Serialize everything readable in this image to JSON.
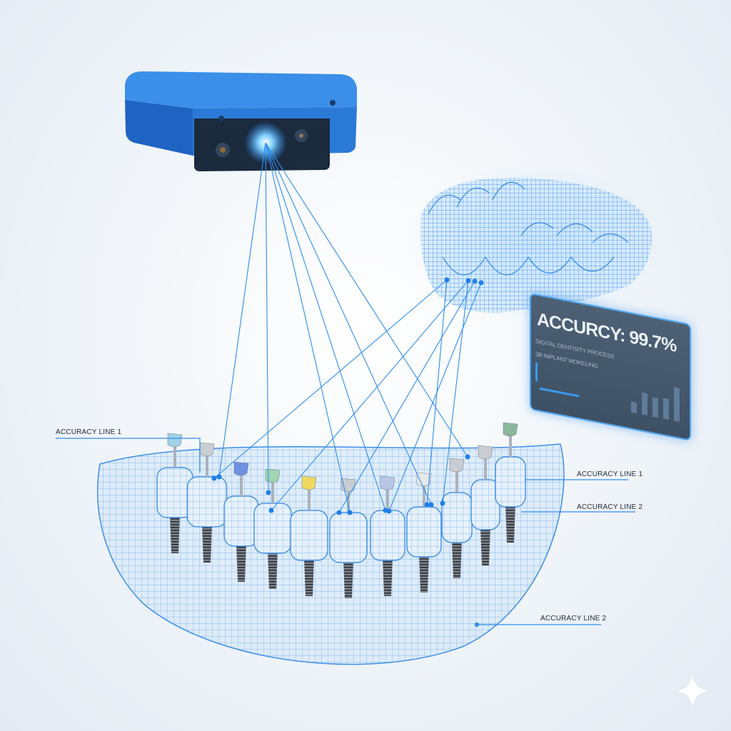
{
  "labels": {
    "left_top": "ACCURACY LINE 1",
    "right_top": "ACCURACY LINE 1",
    "right_middle": "ACCURACY LINE 2",
    "bottom": "ACCURACY LINE 2"
  },
  "panel": {
    "title": "ACCURCY: 99.7%",
    "line1": "DIGITAL DENTISITY PROCESS",
    "line2": "3B IMPLANT MOKELING",
    "chart_bars": [
      0.3,
      0.62,
      0.55,
      0.58,
      0.95
    ]
  },
  "colors": {
    "accent": "#2f8ef0",
    "scanner": "#2a78d6",
    "mesh": "#3d8fe6",
    "panel": "#44576b"
  }
}
